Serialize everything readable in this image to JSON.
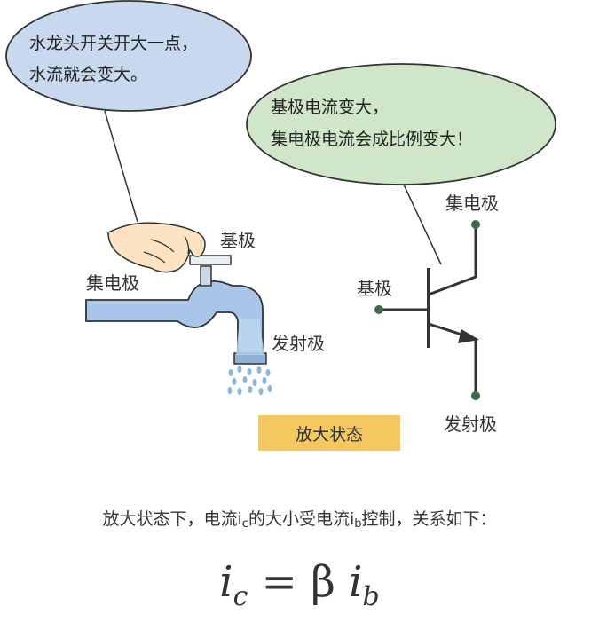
{
  "bubble_left": {
    "line1": "水龙头开关开大一点，",
    "line2": "水流就会变大。"
  },
  "bubble_right": {
    "line1": "基极电流变大，",
    "line2": "集电极电流会成比例变大！"
  },
  "faucet_labels": {
    "base": "基极",
    "collector": "集电极",
    "emitter": "发射极"
  },
  "transistor_labels": {
    "collector": "集电极",
    "base": "基极",
    "emitter": "发射极"
  },
  "state_badge": "放大状态",
  "caption": {
    "part1": "放大状态下，电流i",
    "sub1": "c",
    "part2": "的大小受电流i",
    "sub2": "b",
    "part3": "控制，关系如下："
  },
  "formula": {
    "lhs": "i",
    "lhs_sub": "c",
    "eq": " = β ",
    "rhs": "i",
    "rhs_sub": "b"
  },
  "colors": {
    "bubble_left_fill": "#c8d8ee",
    "bubble_right_fill": "#cfe6c8",
    "faucet_fill": "#a9c6e8",
    "water": "#bcd6f0",
    "badge_fill": "#f5c860",
    "hand_fill": "#fde3c2"
  }
}
